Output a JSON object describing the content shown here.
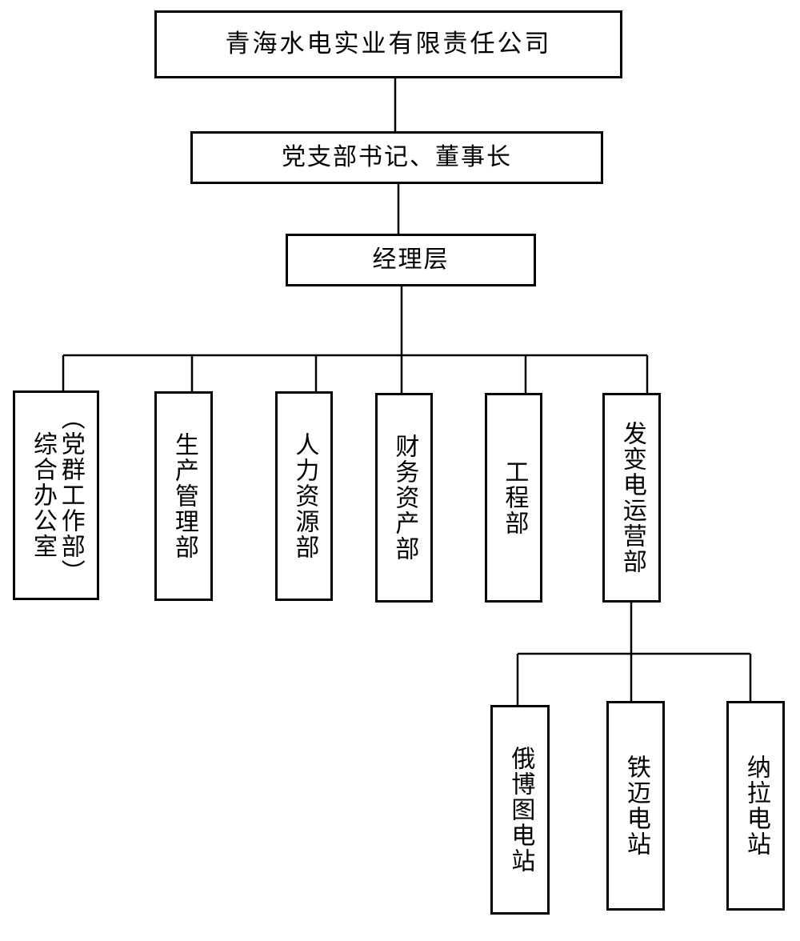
{
  "diagram": {
    "type": "org-chart",
    "colors": {
      "line": "#000000",
      "box_border": "#000000",
      "background": "#ffffff",
      "text": "#000000"
    },
    "root": {
      "label": "青海水电实业有限责任公司"
    },
    "level2": {
      "label": "党支部书记、董事长"
    },
    "level3": {
      "label": "经理层"
    },
    "departments": [
      {
        "lines": [
          "（党群工作部）",
          "综合办公室"
        ]
      },
      {
        "lines": [
          "生产管理部"
        ]
      },
      {
        "lines": [
          "人力资源部"
        ]
      },
      {
        "lines": [
          "财务资产部"
        ]
      },
      {
        "lines": [
          "工程部"
        ]
      },
      {
        "lines": [
          "发变电运营部"
        ]
      }
    ],
    "stations": [
      {
        "lines": [
          "俄博图电站"
        ]
      },
      {
        "lines": [
          "铁迈电站"
        ]
      },
      {
        "lines": [
          "纳拉电站"
        ]
      }
    ]
  }
}
